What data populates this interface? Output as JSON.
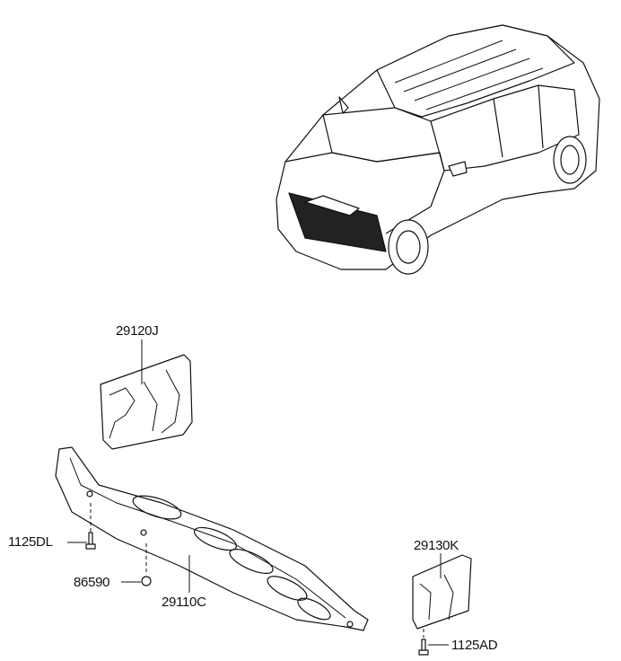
{
  "labels": {
    "bracket_upper": "29120J",
    "bolt_left": "1125DL",
    "nut": "86590",
    "under_cover": "29110C",
    "bracket_right": "29130K",
    "bolt_right": "1125AD"
  }
}
